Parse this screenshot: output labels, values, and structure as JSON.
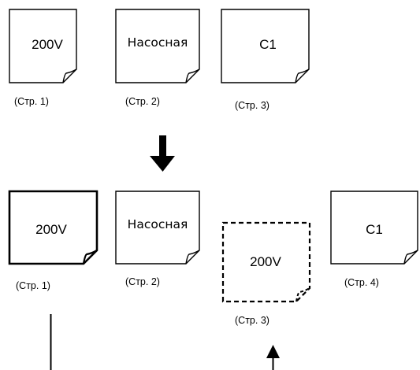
{
  "top_row": [
    {
      "text": "200V",
      "caption": "(Стр. 1)"
    },
    {
      "text": "Насосная",
      "caption": "(Стр. 2)"
    },
    {
      "text": "C1",
      "caption": "(Стр. 3)"
    }
  ],
  "bottom_row": [
    {
      "text": "200V",
      "caption": "(Стр. 1)",
      "style": "bold"
    },
    {
      "text": "Насосная",
      "caption": "(Стр. 2)",
      "style": "normal"
    },
    {
      "text": "200V",
      "caption": "(Стр. 3)",
      "style": "dashed"
    },
    {
      "text": "C1",
      "caption": "(Стр. 4)",
      "style": "normal"
    }
  ],
  "arrows": [
    "down-arrow",
    "up-arrow"
  ]
}
